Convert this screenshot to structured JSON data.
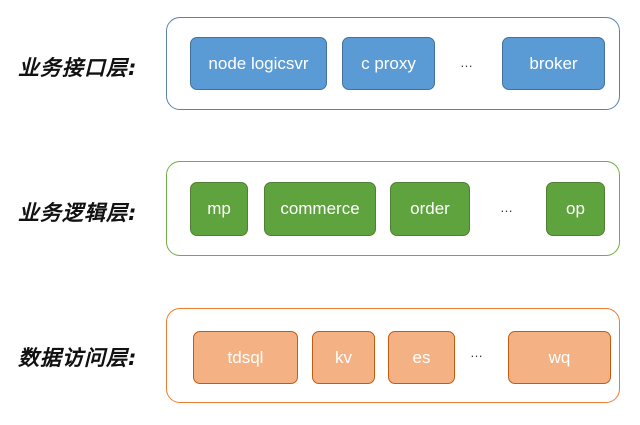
{
  "colors": {
    "interface_border": "#5a80b3",
    "interface_fill": "#5b9bd5",
    "interface_chip_border": "#41719c",
    "logic_border": "#70ad47",
    "logic_fill": "#5fa33e",
    "logic_chip_border": "#507e32",
    "data_border": "#ed7d31",
    "data_fill": "#f4b183",
    "data_chip_border": "#c55a11"
  },
  "layers": [
    {
      "label": "业务接口层:",
      "items": [
        "node logicsvr",
        "c proxy",
        "…",
        "broker"
      ]
    },
    {
      "label": "业务逻辑层:",
      "items": [
        "mp",
        "commerce",
        "order",
        "…",
        "op"
      ]
    },
    {
      "label": "数据访问层:",
      "items": [
        "tdsql",
        "kv",
        "es",
        "…",
        "wq"
      ]
    }
  ]
}
